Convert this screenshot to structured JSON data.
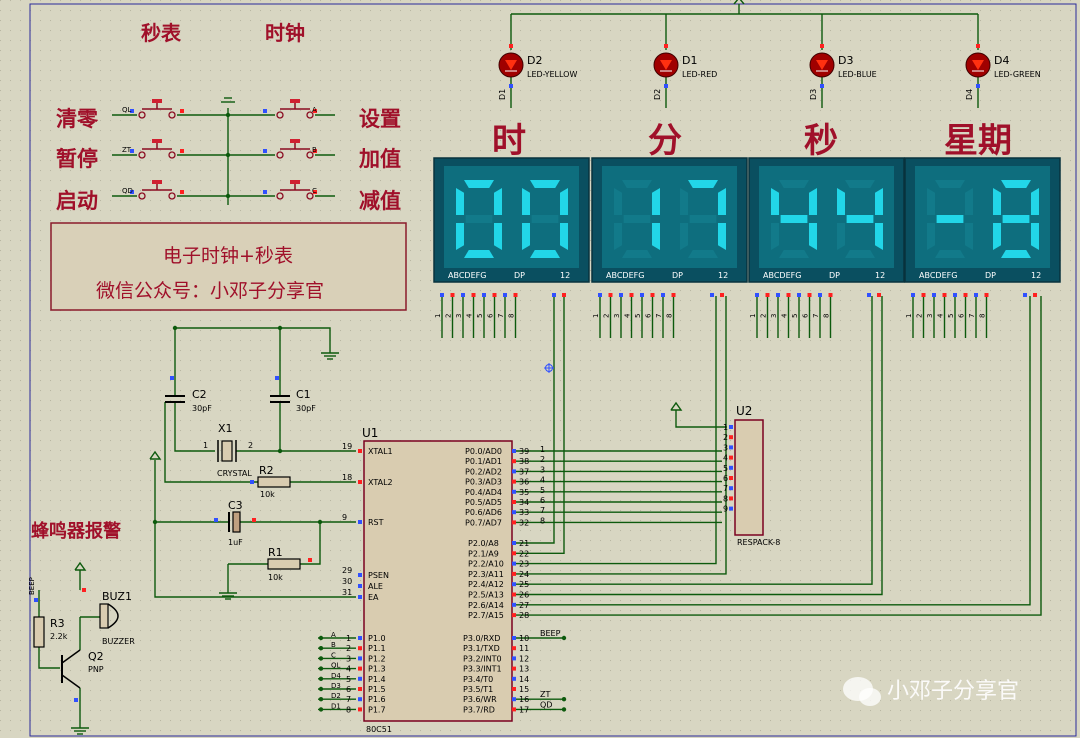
{
  "labels": {
    "stopwatch": "秒表",
    "clock": "时钟",
    "clear": "清零",
    "pause": "暂停",
    "start": "启动",
    "set": "设置",
    "inc": "加值",
    "dec": "减值",
    "hour": "时",
    "minute": "分",
    "second": "秒",
    "week": "星期",
    "buzzer_alarm": "蜂鸣器报警"
  },
  "banner": {
    "line1": "电子时钟+秒表",
    "line2": "微信公众号：小邓子分享官"
  },
  "buttons": [
    {
      "net": "QL"
    },
    {
      "net": "ZT"
    },
    {
      "net": "QD"
    },
    {
      "net": "A"
    },
    {
      "net": "B"
    },
    {
      "net": "C"
    }
  ],
  "leds": [
    {
      "ref": "D2",
      "value": "LED-YELLOW",
      "net": "D1",
      "color": "#ff3010"
    },
    {
      "ref": "D1",
      "value": "LED-RED",
      "net": "D2",
      "color": "#ff3010"
    },
    {
      "ref": "D3",
      "value": "LED-BLUE",
      "net": "D3",
      "color": "#ff3010"
    },
    {
      "ref": "D4",
      "value": "LED-GREEN",
      "net": "D4",
      "color": "#ff3010"
    }
  ],
  "displays": [
    {
      "text": "00"
    },
    {
      "text": "17"
    },
    {
      "text": "44"
    },
    {
      "text": "-8"
    }
  ],
  "display_pin_text": {
    "segments": "ABCDEFG",
    "dp": "DP",
    "digits": "12"
  },
  "display_pins": [
    "1",
    "2",
    "3",
    "4",
    "5",
    "6",
    "7",
    "8"
  ],
  "components": {
    "c2": {
      "ref": "C2",
      "value": "30pF"
    },
    "c1": {
      "ref": "C1",
      "value": "30pF"
    },
    "x1": {
      "ref": "X1",
      "value": "CRYSTAL",
      "pin1": "1",
      "pin2": "2"
    },
    "r2": {
      "ref": "R2",
      "value": "10k"
    },
    "c3": {
      "ref": "C3",
      "value": "1uF"
    },
    "r1": {
      "ref": "R1",
      "value": "10k"
    },
    "r3": {
      "ref": "R3",
      "value": "2.2k",
      "net": "BEEP"
    },
    "buz1": {
      "ref": "BUZ1",
      "value": "BUZZER"
    },
    "q2": {
      "ref": "Q2",
      "value": "PNP"
    },
    "u1": {
      "ref": "U1",
      "value": "80C51"
    },
    "u2": {
      "ref": "U2",
      "value": "RESPACK-8"
    }
  },
  "u1_left_pins": [
    {
      "num": "19",
      "name": "XTAL1"
    },
    {
      "num": "18",
      "name": "XTAL2"
    },
    {
      "num": "9",
      "name": "RST"
    },
    {
      "num": "29",
      "name": "PSEN"
    },
    {
      "num": "30",
      "name": "ALE"
    },
    {
      "num": "31",
      "name": "EA"
    }
  ],
  "u1_p1_pins": [
    {
      "num": "1",
      "name": "P1.0",
      "net": "A"
    },
    {
      "num": "2",
      "name": "P1.1",
      "net": "B"
    },
    {
      "num": "3",
      "name": "P1.2",
      "net": "C"
    },
    {
      "num": "4",
      "name": "P1.3",
      "net": "QL"
    },
    {
      "num": "5",
      "name": "P1.4",
      "net": "D4"
    },
    {
      "num": "6",
      "name": "P1.5",
      "net": "D3"
    },
    {
      "num": "7",
      "name": "P1.6",
      "net": "D2"
    },
    {
      "num": "8",
      "name": "P1.7",
      "net": "D1"
    }
  ],
  "u1_p0_pins": [
    {
      "num": "39",
      "name": "P0.0/AD0",
      "wire": "1"
    },
    {
      "num": "38",
      "name": "P0.1/AD1",
      "wire": "2"
    },
    {
      "num": "37",
      "name": "P0.2/AD2",
      "wire": "3"
    },
    {
      "num": "36",
      "name": "P0.3/AD3",
      "wire": "4"
    },
    {
      "num": "35",
      "name": "P0.4/AD4",
      "wire": "5"
    },
    {
      "num": "34",
      "name": "P0.5/AD5",
      "wire": "6"
    },
    {
      "num": "33",
      "name": "P0.6/AD6",
      "wire": "7"
    },
    {
      "num": "32",
      "name": "P0.7/AD7",
      "wire": "8"
    }
  ],
  "u1_p2_pins": [
    {
      "num": "21",
      "name": "P2.0/A8"
    },
    {
      "num": "22",
      "name": "P2.1/A9"
    },
    {
      "num": "23",
      "name": "P2.2/A10"
    },
    {
      "num": "24",
      "name": "P2.3/A11"
    },
    {
      "num": "25",
      "name": "P2.4/A12"
    },
    {
      "num": "26",
      "name": "P2.5/A13"
    },
    {
      "num": "27",
      "name": "P2.6/A14"
    },
    {
      "num": "28",
      "name": "P2.7/A15"
    }
  ],
  "u1_p3_pins": [
    {
      "num": "10",
      "name": "P3.0/RXD",
      "net": "BEEP"
    },
    {
      "num": "11",
      "name": "P3.1/TXD",
      "net": ""
    },
    {
      "num": "12",
      "name": "P3.2/INT0",
      "net": ""
    },
    {
      "num": "13",
      "name": "P3.3/INT1",
      "net": ""
    },
    {
      "num": "14",
      "name": "P3.4/T0",
      "net": ""
    },
    {
      "num": "15",
      "name": "P3.5/T1",
      "net": ""
    },
    {
      "num": "16",
      "name": "P3.6/WR",
      "net": "ZT"
    },
    {
      "num": "17",
      "name": "P3.7/RD",
      "net": "QD"
    }
  ],
  "u2_pins": [
    "1",
    "2",
    "3",
    "4",
    "5",
    "6",
    "7",
    "8",
    "9"
  ],
  "watermark": "小邓子分享官",
  "colors": {
    "background": "#d8d6c2",
    "wire": "#0d5a0d",
    "title_red": "#a0102a",
    "display_bg": "#0e6e7e",
    "segment_on": "#22d6e8",
    "component_red": "#8a0a20"
  }
}
